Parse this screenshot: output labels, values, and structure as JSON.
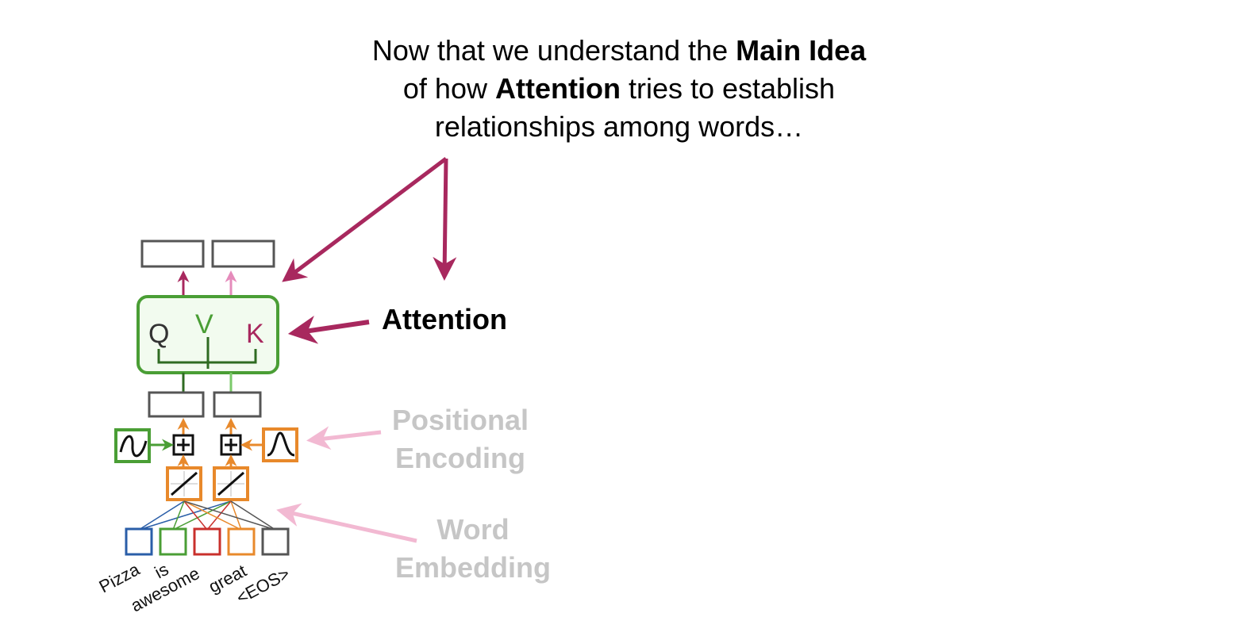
{
  "headline": {
    "line1_pre": "Now that we understand the ",
    "line1_bold": "Main Idea",
    "line2_pre": "of how ",
    "line2_bold": "Attention",
    "line2_post": " tries to establish",
    "line3": "relationships among words…"
  },
  "labels": {
    "attention": "Attention",
    "positional_line1": "Positional",
    "positional_line2": "Encoding",
    "word_line1": "Word",
    "word_line2": "Embedding"
  },
  "attention_letters": {
    "q": "Q",
    "v": "V",
    "k": "K"
  },
  "tokens": [
    "Pizza",
    "is",
    "awesome",
    "great",
    "<EOS>"
  ],
  "colors": {
    "arrow": "#a8285e",
    "arrow_faint": "#f2b9d2",
    "attention_border": "#4a9e35",
    "attention_fill": "#f2fbef",
    "faded_text": "#c6c6c6",
    "box": "#555555",
    "orange": "#e8892b",
    "green": "#4a9e35",
    "pink": "#e58bbb",
    "token_colors": [
      "#2a5ea8",
      "#4a9e35",
      "#c9302c",
      "#e8892b",
      "#555555"
    ]
  }
}
